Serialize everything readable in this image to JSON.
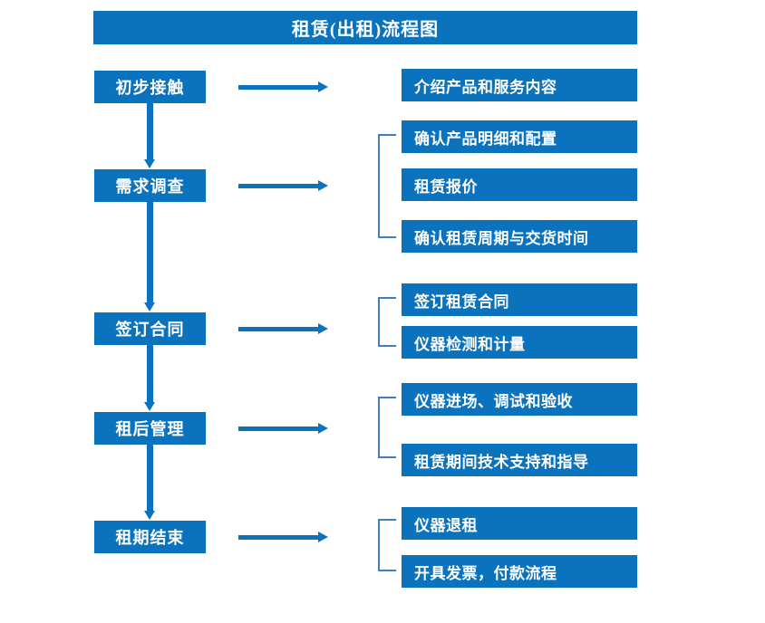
{
  "title": "租赁(出租)流程图",
  "colors": {
    "box_fill": "#0b72bd",
    "box_text": "#ffffff",
    "arrow": "#0b72bd",
    "bracket": "#3f7fbd",
    "background": "#ffffff"
  },
  "stages": [
    {
      "label": "初步接触"
    },
    {
      "label": "需求调查"
    },
    {
      "label": "签订合同"
    },
    {
      "label": "租后管理"
    },
    {
      "label": "租期结束"
    }
  ],
  "details": [
    {
      "label": "介绍产品和服务内容"
    },
    {
      "label": "确认产品明细和配置"
    },
    {
      "label": "租赁报价"
    },
    {
      "label": "确认租赁周期与交货时间"
    },
    {
      "label": "签订租赁合同"
    },
    {
      "label": "仪器检测和计量"
    },
    {
      "label": "仪器进场、调试和验收"
    },
    {
      "label": "租赁期间技术支持和指导"
    },
    {
      "label": "仪器退租"
    },
    {
      "label": "开具发票，付款流程"
    }
  ],
  "groups": [
    {
      "name": "需求调查-group",
      "items": [
        "确认产品明细和配置",
        "租赁报价",
        "确认租赁周期与交货时间"
      ]
    },
    {
      "name": "签订合同-group",
      "items": [
        "签订租赁合同",
        "仪器检测和计量"
      ]
    },
    {
      "name": "租后管理-group",
      "items": [
        "仪器进场、调试和验收",
        "租赁期间技术支持和指导"
      ]
    },
    {
      "name": "租期结束-group",
      "items": [
        "仪器退租",
        "开具发票，付款流程"
      ]
    }
  ]
}
